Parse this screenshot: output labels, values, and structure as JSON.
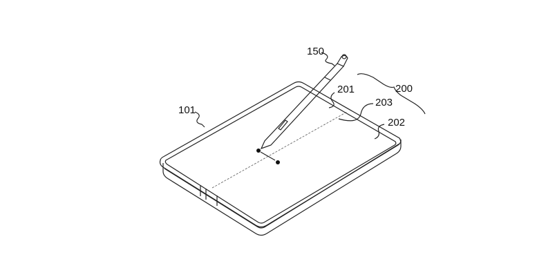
{
  "figure": {
    "labels": {
      "pen": "150",
      "device": "101",
      "display": "200",
      "first_area": "201",
      "fold_line": "203",
      "second_area": "202"
    },
    "line_color": "#222222"
  }
}
